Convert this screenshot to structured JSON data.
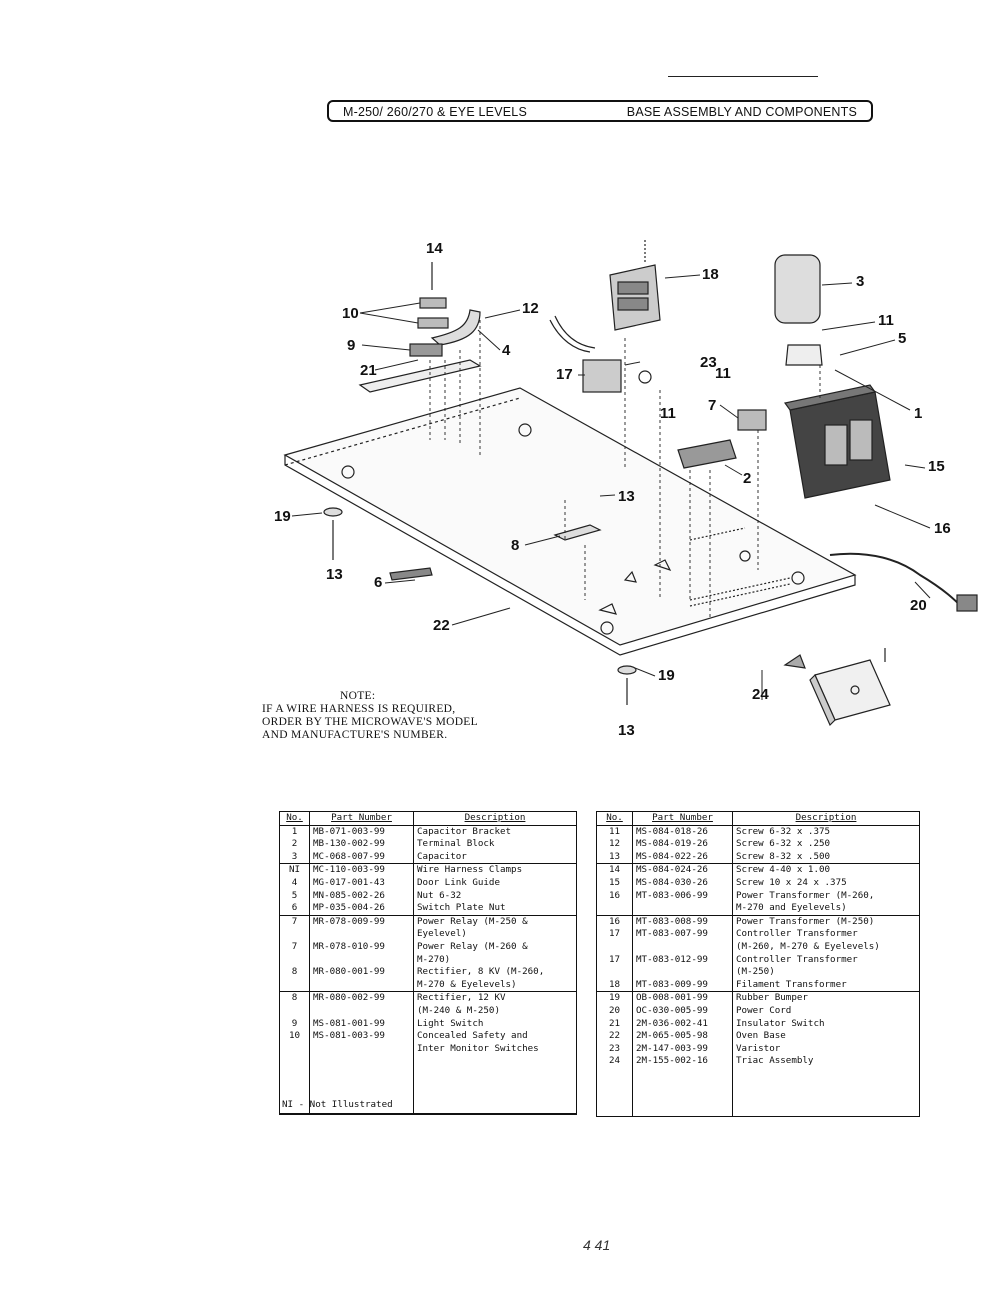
{
  "header": {
    "model": "M-250/ 260/270 & EYE LEVELS",
    "title": "BASE ASSEMBLY AND COMPONENTS"
  },
  "callouts": [
    "14",
    "10",
    "12",
    "18",
    "3",
    "11",
    "5",
    "9",
    "21",
    "4",
    "17",
    "23",
    "11",
    "7",
    "1",
    "11",
    "15",
    "2",
    "16",
    "19",
    "13",
    "8",
    "13",
    "6",
    "22",
    "20",
    "24",
    "19",
    "13"
  ],
  "note": {
    "title": "NOTE:",
    "lines": [
      "IF A WIRE HARNESS IS REQUIRED,",
      "ORDER BY THE MICROWAVE'S MODEL",
      "AND MANUFACTURE'S NUMBER."
    ]
  },
  "table_headers": {
    "no": "No.",
    "part": "Part Number",
    "desc": "Description"
  },
  "left_table": [
    {
      "no": "1",
      "part": "MB-071-003-99",
      "desc": [
        "Capacitor Bracket"
      ]
    },
    {
      "no": "2",
      "part": "MB-130-002-99",
      "desc": [
        "Terminal Block"
      ]
    },
    {
      "no": "3",
      "part": "MC-068-007-99",
      "desc": [
        "Capacitor"
      ]
    },
    {
      "no": "NI",
      "part": "MC-110-003-99",
      "desc": [
        "Wire Harness Clamps"
      ],
      "group": true
    },
    {
      "no": "4",
      "part": "MG-017-001-43",
      "desc": [
        "Door Link Guide"
      ]
    },
    {
      "no": "5",
      "part": "MN-085-002-26",
      "desc": [
        "Nut 6-32"
      ]
    },
    {
      "no": "6",
      "part": "MP-035-004-26",
      "desc": [
        "Switch Plate Nut"
      ]
    },
    {
      "no": "7",
      "part": "MR-078-009-99",
      "desc": [
        "Power Relay (M-250 &",
        "Eyelevel)"
      ],
      "group": true
    },
    {
      "no": "7",
      "part": "MR-078-010-99",
      "desc": [
        "Power Relay (M-260 &",
        "M-270)"
      ]
    },
    {
      "no": "8",
      "part": "MR-080-001-99",
      "desc": [
        "Rectifier, 8 KV (M-260,",
        "M-270 & Eyelevels)"
      ]
    },
    {
      "no": "8",
      "part": "MR-080-002-99",
      "desc": [
        "Rectifier, 12 KV",
        "(M-240 & M-250)"
      ],
      "group": true
    },
    {
      "no": "9",
      "part": "MS-081-001-99",
      "desc": [
        "Light Switch"
      ]
    },
    {
      "no": "10",
      "part": "MS-081-003-99",
      "desc": [
        "Concealed Safety and",
        "Inter Monitor Switches"
      ]
    }
  ],
  "left_footer": "NI - Not Illustrated",
  "right_table": [
    {
      "no": "11",
      "part": "MS-084-018-26",
      "desc": [
        "Screw 6-32 x .375"
      ]
    },
    {
      "no": "12",
      "part": "MS-084-019-26",
      "desc": [
        "Screw 6-32 x .250"
      ]
    },
    {
      "no": "13",
      "part": "MS-084-022-26",
      "desc": [
        "Screw 8-32 x .500"
      ]
    },
    {
      "no": "14",
      "part": "MS-084-024-26",
      "desc": [
        "Screw 4-40 x 1.00"
      ],
      "group": true
    },
    {
      "no": "15",
      "part": "MS-084-030-26",
      "desc": [
        "Screw 10 x 24 x .375"
      ]
    },
    {
      "no": "16",
      "part": "MT-083-006-99",
      "desc": [
        "Power Transformer (M-260,",
        "M-270 and Eyelevels)"
      ]
    },
    {
      "no": "16",
      "part": "MT-083-008-99",
      "desc": [
        "Power Transformer (M-250)"
      ],
      "group": true
    },
    {
      "no": "17",
      "part": "MT-083-007-99",
      "desc": [
        "Controller Transformer",
        "(M-260, M-270 & Eyelevels)"
      ]
    },
    {
      "no": "17",
      "part": "MT-083-012-99",
      "desc": [
        "Controller Transformer",
        "(M-250)"
      ]
    },
    {
      "no": "18",
      "part": "MT-083-009-99",
      "desc": [
        "Filament Transformer"
      ]
    },
    {
      "no": "19",
      "part": "OB-008-001-99",
      "desc": [
        "Rubber Bumper"
      ],
      "group": true
    },
    {
      "no": "20",
      "part": "OC-030-005-99",
      "desc": [
        "Power Cord"
      ]
    },
    {
      "no": "21",
      "part": "2M-036-002-41",
      "desc": [
        "Insulator Switch"
      ]
    },
    {
      "no": "22",
      "part": "2M-065-005-98",
      "desc": [
        "Oven Base"
      ]
    },
    {
      "no": "23",
      "part": "2M-147-003-99",
      "desc": [
        "Varistor"
      ]
    },
    {
      "no": "24",
      "part": "2M-155-002-16",
      "desc": [
        "Triac Assembly"
      ]
    }
  ],
  "signature": "4 41"
}
